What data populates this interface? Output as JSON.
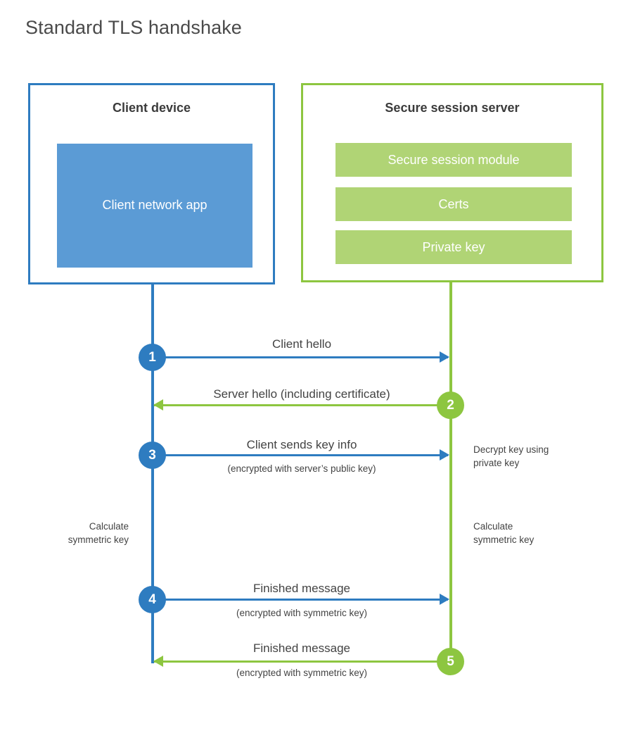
{
  "diagram": {
    "title": "Standard TLS handshake",
    "colors": {
      "client_blue": "#2e7cc0",
      "client_app_fill": "#5b9bd5",
      "server_green": "#8dc640",
      "server_bar_fill": "#b0d475",
      "text": "#434343",
      "background": "#ffffff"
    },
    "participants": [
      {
        "id": "client",
        "title": "Client device",
        "components": [
          "Client network\napp"
        ]
      },
      {
        "id": "server",
        "title": "Secure session server",
        "components": [
          "Secure session module",
          "Certs",
          "Private key"
        ]
      }
    ],
    "messages": [
      {
        "step": "1",
        "direction": "client-to-server",
        "label": "Client hello",
        "sublabel": ""
      },
      {
        "step": "2",
        "direction": "server-to-client",
        "label": "Server hello (including certificate)",
        "sublabel": ""
      },
      {
        "step": "3",
        "direction": "client-to-server",
        "label": "Client sends key info",
        "sublabel": "(encrypted with server’s public key)"
      },
      {
        "step": "4",
        "direction": "client-to-server",
        "label": "Finished message",
        "sublabel": "(encrypted with symmetric key)"
      },
      {
        "step": "5",
        "direction": "server-to-client",
        "label": "Finished message",
        "sublabel": "(encrypted with symmetric key)"
      }
    ],
    "notes": [
      {
        "id": "decrypt-key",
        "side": "server",
        "text": "Decrypt key using\nprivate key"
      },
      {
        "id": "client-calculate-symmetric-key",
        "side": "client",
        "text": "Calculate\nsymmetric key"
      },
      {
        "id": "server-calculate-symmetric-key",
        "side": "server",
        "text": "Calculate\nsymmetric key"
      }
    ]
  }
}
